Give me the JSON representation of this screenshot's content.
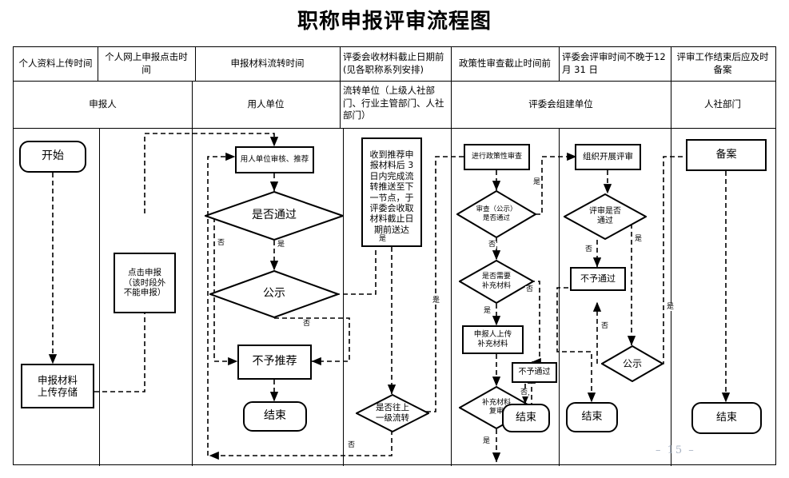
{
  "title": "职称申报评审流程图",
  "page_number": "– 15 –",
  "table": {
    "header_row": [
      {
        "text": "个人资料上传时间"
      },
      {
        "text": "个人网上申报点击时间"
      },
      {
        "text": "申报材料流转时间"
      },
      {
        "text": "评委会收材料截止日期前(见各职称系列安排)"
      },
      {
        "text": "政策性审查截止时间前"
      },
      {
        "text": "评委会评审时间不晚于12 月 31 日"
      },
      {
        "text": "评审工作结束后应及时备案"
      }
    ],
    "actor_row": [
      {
        "text": "申报人"
      },
      {
        "text": "用人单位"
      },
      {
        "text": "流转单位（上级人社部门、行业主管部门、人社部门）"
      },
      {
        "text": "评委会组建单位"
      },
      {
        "text": "人社部门"
      }
    ]
  },
  "chart_data": {
    "type": "diagram",
    "title": "职称申报评审流程图",
    "lanes": [
      "申报人",
      "用人单位",
      "流转单位（上级人社部门、行业主管部门、人社部门）",
      "评委会组建单位",
      "人社部门"
    ],
    "nodes": [
      {
        "id": "n1",
        "shape": "terminator",
        "text": "开始",
        "lane": "申报人"
      },
      {
        "id": "n2",
        "shape": "process",
        "text": "申报材料\n上传存储",
        "lane": "申报人"
      },
      {
        "id": "n3",
        "shape": "process",
        "text": "点击申报\n（该时段外\n不能申报）",
        "lane": "申报人"
      },
      {
        "id": "n4",
        "shape": "process",
        "text": "用人单位审核、推荐",
        "lane": "用人单位"
      },
      {
        "id": "n5",
        "shape": "decision",
        "text": "是否通过",
        "lane": "用人单位"
      },
      {
        "id": "n6",
        "shape": "decision",
        "text": "公示",
        "lane": "用人单位"
      },
      {
        "id": "n7",
        "shape": "process",
        "text": "不予推荐",
        "lane": "用人单位"
      },
      {
        "id": "n8",
        "shape": "terminator",
        "text": "结束",
        "lane": "用人单位"
      },
      {
        "id": "n9",
        "shape": "process",
        "text": "收到推荐申\n报材料后 3\n日内完成流\n转推送至下\n一节点，于\n评委会收取\n材料截止日\n期前送达",
        "lane": "流转单位"
      },
      {
        "id": "n10",
        "shape": "decision",
        "text": "是否往上\n一级流转",
        "lane": "流转单位"
      },
      {
        "id": "n11",
        "shape": "process",
        "text": "进行政策性审查",
        "lane": "评委会组建单位"
      },
      {
        "id": "n12",
        "shape": "decision",
        "text": "审查（公示）\n是否通过",
        "lane": "评委会组建单位"
      },
      {
        "id": "n13",
        "shape": "decision",
        "text": "是否需要\n补充材料",
        "lane": "评委会组建单位"
      },
      {
        "id": "n14",
        "shape": "process",
        "text": "申报人上传\n补充材料",
        "lane": "评委会组建单位"
      },
      {
        "id": "n15",
        "shape": "decision",
        "text": "补充材料\n复审",
        "lane": "评委会组建单位"
      },
      {
        "id": "n16",
        "shape": "process",
        "text": "不予通过",
        "lane": "评委会组建单位"
      },
      {
        "id": "n17",
        "shape": "terminator",
        "text": "结束",
        "lane": "评委会组建单位"
      },
      {
        "id": "n18",
        "shape": "process",
        "text": "组织开展评审",
        "lane": "评委会组建单位"
      },
      {
        "id": "n19",
        "shape": "decision",
        "text": "评审是否\n通过",
        "lane": "评委会组建单位"
      },
      {
        "id": "n20",
        "shape": "process",
        "text": "不予通过",
        "lane": "评委会组建单位"
      },
      {
        "id": "n21",
        "shape": "decision",
        "text": "公示",
        "lane": "评委会组建单位"
      },
      {
        "id": "n22",
        "shape": "terminator",
        "text": "结束",
        "lane": "评委会组建单位"
      },
      {
        "id": "n23",
        "shape": "process",
        "text": "备案",
        "lane": "人社部门"
      },
      {
        "id": "n24",
        "shape": "terminator",
        "text": "结束",
        "lane": "人社部门"
      }
    ],
    "edge_labels": {
      "e_n5_yes": "是",
      "e_n5_no": "否",
      "e_n6_yes": "是",
      "e_n6_no": "否",
      "e_n10_no": "否",
      "e_n10_yes": "是",
      "e_n12_yes": "是",
      "e_n12_no": "否",
      "e_n13_yes": "是",
      "e_n13_no": "否",
      "e_n15_yes": "是",
      "e_n15_no": "否",
      "e_n19_yes": "是",
      "e_n19_no": "否",
      "e_n21_yes": "是",
      "e_n21_no": "否"
    },
    "colors": {
      "stroke": "#000000",
      "fill": "#ffffff",
      "page_number": "#aab4c4"
    }
  }
}
